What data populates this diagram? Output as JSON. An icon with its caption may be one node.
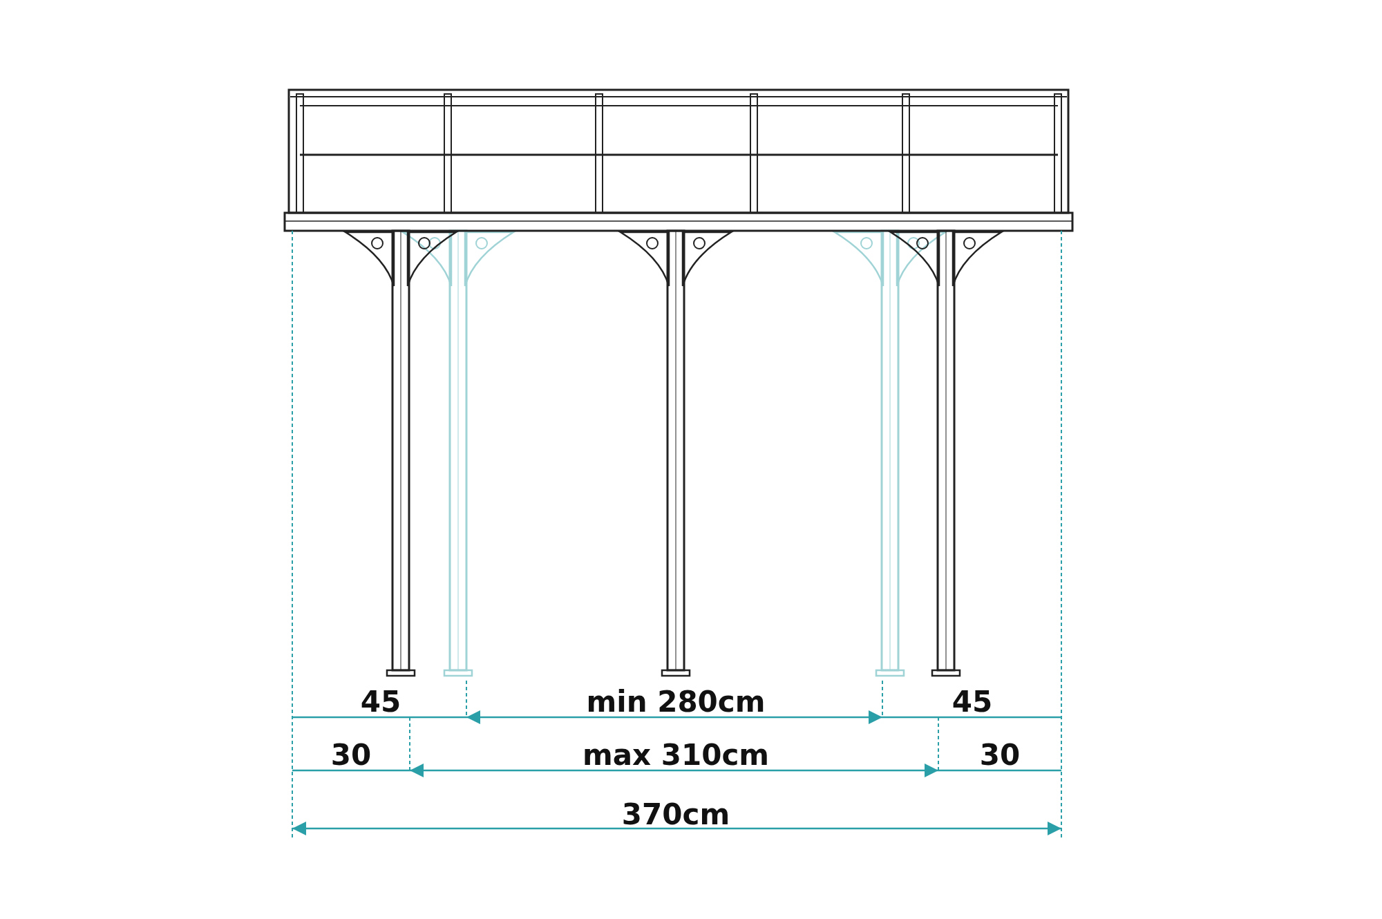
{
  "diagram": {
    "labels": [
      "45",
      "min 280cm",
      "45",
      "30",
      "max 310cm",
      "30",
      "370cm"
    ]
  }
}
